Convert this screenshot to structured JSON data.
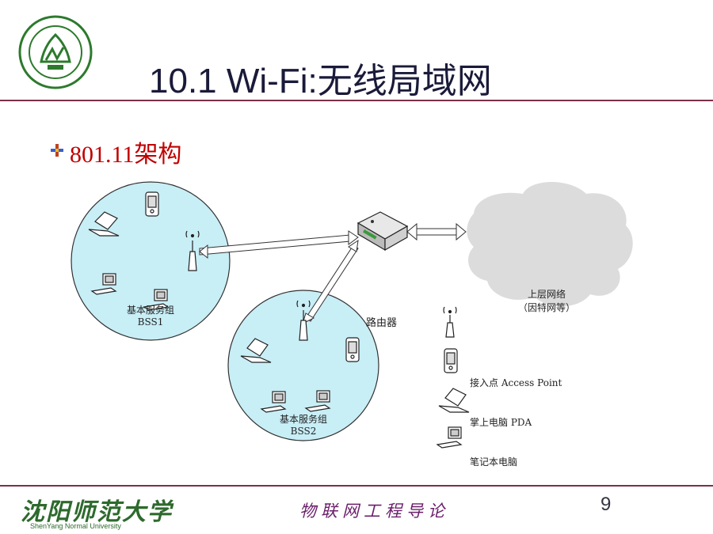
{
  "slide": {
    "title": "10.1 Wi-Fi:无线局域网",
    "subtitle": "801.11架构",
    "page_number": "9"
  },
  "footer": {
    "university_cn": "沈阳师范大学",
    "university_en": "ShenYang Normal University",
    "course": "物联网工程导论"
  },
  "diagram": {
    "bss1_label": "基本服务组",
    "bss1_id": "BSS1",
    "bss2_label": "基本服务组",
    "bss2_id": "BSS2",
    "router_label": "路由器",
    "network_label": "上层网络",
    "network_sublabel": "（因特网等）"
  },
  "legend": {
    "access_point": "接入点 Access Point",
    "pda": "掌上电脑 PDA",
    "laptop": "笔记本电脑"
  },
  "colors": {
    "accent_rule": "#7a2f4a",
    "subtitle_red": "#c00000",
    "bss_fill": "#c8eef6",
    "cloud_fill": "#dcdcdc",
    "logo_green": "#2d6a2d"
  }
}
